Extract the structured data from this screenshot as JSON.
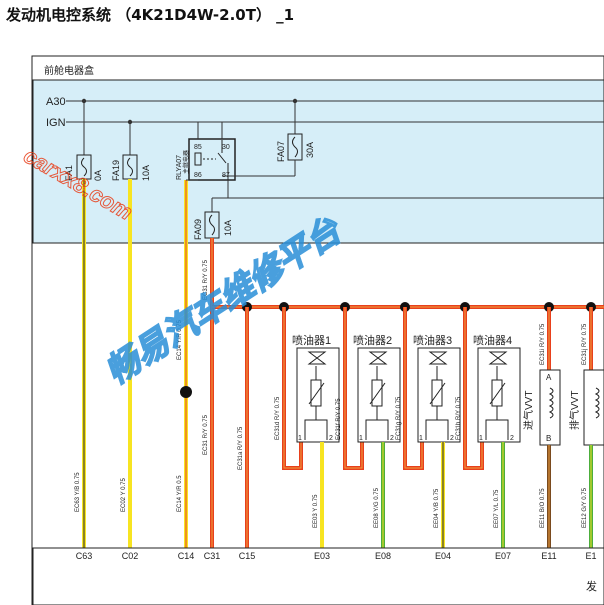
{
  "title": "发动机电控系统 （4K21D4W-2.0T） _1",
  "box_label": "前舱电器盒",
  "rails": {
    "a30": "A30",
    "ign": "IGN"
  },
  "fuses": {
    "fa07": {
      "name": "FA07",
      "rating": "30A"
    },
    "fa19": {
      "name": "FA19",
      "rating": "10A"
    },
    "fa09": {
      "name": "FA09",
      "rating": "10A"
    },
    "fa1x": {
      "name": "FA1",
      "rating": "0A"
    }
  },
  "relay": {
    "name": "RLYA07",
    "sub": "主继电器",
    "p85": "85",
    "p30": "30",
    "p86": "86",
    "p87": "87"
  },
  "injectors": [
    {
      "label": "喷油器1",
      "in_wire": "EC31d R/Y 0.75",
      "out_wire": "EE03 Y 0.75"
    },
    {
      "label": "喷油器2",
      "in_wire": "EC31f R/Y 0.75",
      "out_wire": "EE08 Y/G 0.75"
    },
    {
      "label": "喷油器3",
      "in_wire": "EC31g R/Y 0.75",
      "out_wire": "EE04 Y/B 0.75"
    },
    {
      "label": "喷油器4",
      "in_wire": "EC31h R/Y 0.75",
      "out_wire": "EE07 Y/L 0.75"
    }
  ],
  "pins": {
    "p1": "1",
    "p2": "2"
  },
  "vvt": [
    {
      "label": "进气VVT",
      "in_wire": "EC31i R/Y 0.75",
      "out_wire": "EE11 B/O 0.75",
      "pa": "A",
      "pb": "B"
    },
    {
      "label": "排气VVT",
      "in_wire": "EC31j R/Y 0.75",
      "out_wire": "EE12 G/Y 0.75"
    }
  ],
  "wires": {
    "ec63": "EC63 Y/B 0.75",
    "ec02": "EC02 Y 0.75",
    "ec14": "EC14 Y/R 0.5",
    "ec14b": "EC14 Y/R 0.75",
    "ec31": "EC31 R/Y 0.75",
    "ec31b": "EC31 R/Y 0.75",
    "ec31a": "EC31a R/Y 0.75"
  },
  "connector_pins": [
    "C63",
    "C02",
    "C14",
    "C31",
    "C15",
    "E03",
    "E08",
    "E04",
    "E07",
    "E11",
    "E1"
  ],
  "ecu_label": "发",
  "watermark": {
    "site": "carxx8.com",
    "brand": "畅易汽车维修平台"
  },
  "colors": {
    "box_fill": "#d6eef8",
    "yellow": "#f7e421",
    "red": "#e8401c",
    "orange": "#f0a040",
    "green": "#4cae3c",
    "brown": "#7a4a1e"
  }
}
